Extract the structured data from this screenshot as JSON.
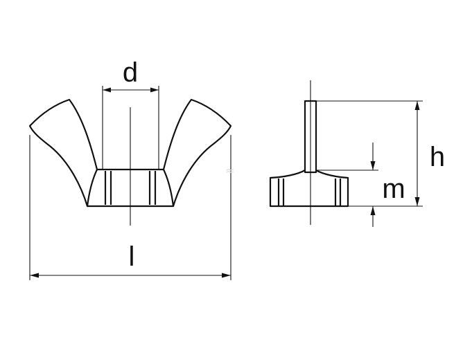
{
  "diagram": {
    "title": "",
    "labels": {
      "d": "d",
      "l": "l",
      "h": "h",
      "m": "m"
    }
  }
}
